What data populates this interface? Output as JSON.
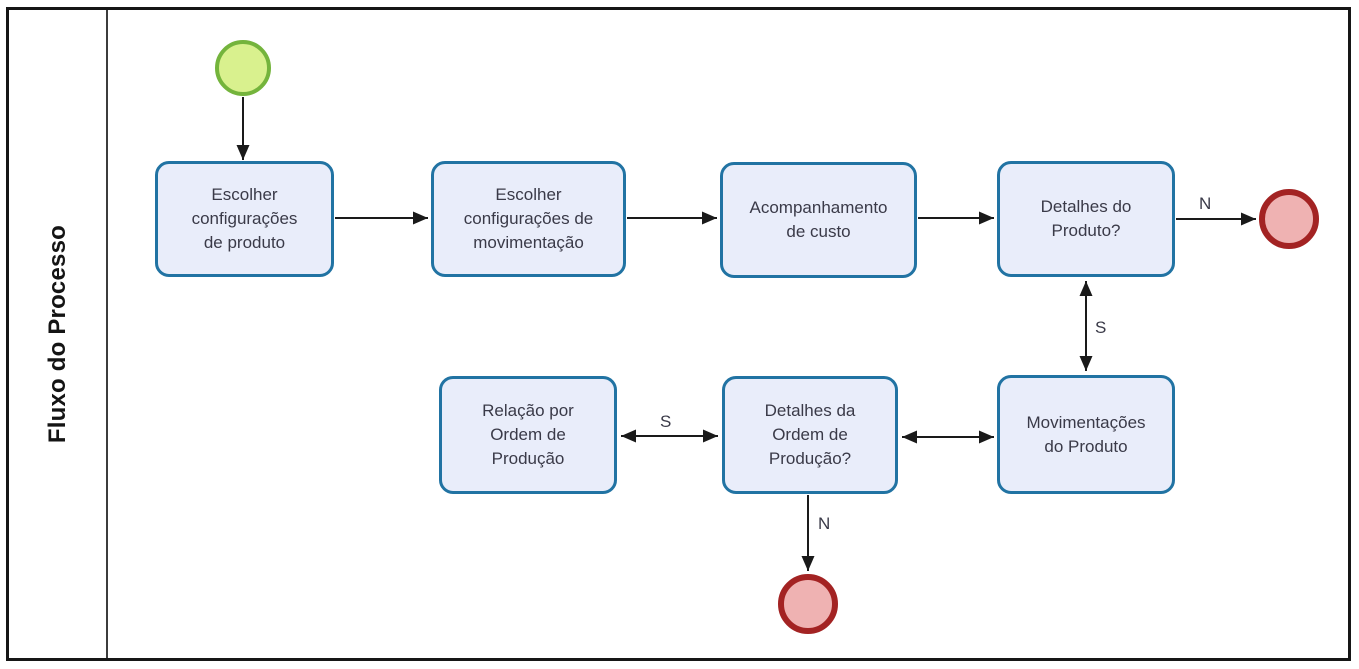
{
  "lane": {
    "title": "Fluxo do Processo"
  },
  "nodes": {
    "start": {
      "type": "start-event"
    },
    "task_config_produto": {
      "label": "Escolher configurações de produto"
    },
    "task_config_movimentacao": {
      "label": "Escolher configurações de movimentação"
    },
    "task_acompanhamento_custo": {
      "label": "Acompanhamento de custo"
    },
    "gateway_detalhes_produto": {
      "label": "Detalhes do Produto?"
    },
    "task_relacao_ordem": {
      "label": "Relação por Ordem de Produção"
    },
    "gateway_detalhes_ordem": {
      "label": "Detalhes da Ordem de Produção?"
    },
    "task_movimentacoes_produto": {
      "label": "Movimentações do Produto"
    },
    "end_top": {
      "type": "end-event"
    },
    "end_bottom": {
      "type": "end-event"
    }
  },
  "edge_labels": {
    "detalhes_produto_no": "N",
    "detalhes_produto_yes": "S",
    "detalhes_ordem_yes": "S",
    "detalhes_ordem_no": "N"
  },
  "colors": {
    "task_fill": "#e9edfa",
    "task_border": "#2173a3",
    "start_fill": "#d9f18e",
    "start_border": "#74b43c",
    "end_fill": "#efb2b2",
    "end_border": "#a32323",
    "connector": "#1a1a1a"
  }
}
